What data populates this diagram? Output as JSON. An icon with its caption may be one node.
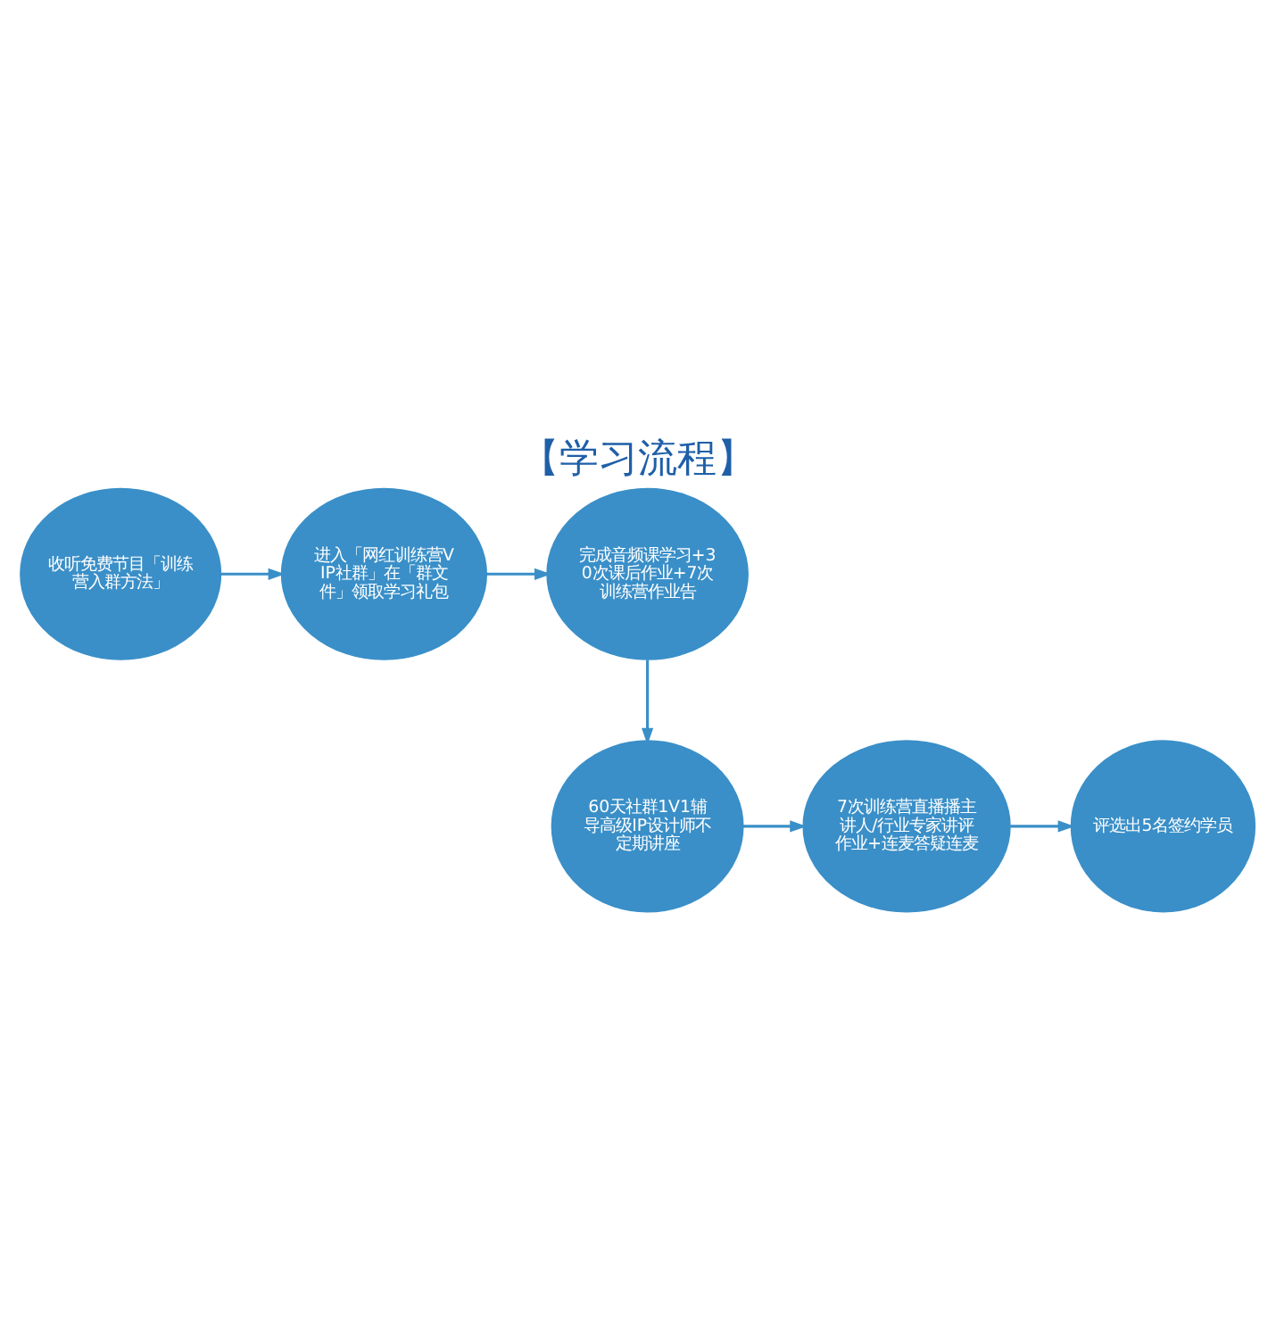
{
  "diagram": {
    "title": "【学习流程】",
    "nodes": [
      {
        "text": [
          "收听免费节目「训练营入群方法」"
        ]
      },
      {
        "text": [
          "进入「网红训练营VIP社群」在「群文件」领取学习礼包"
        ]
      },
      {
        "text": [
          "完成音频课学习+30次课后作业+7次训练营作业告"
        ]
      },
      {
        "text": [
          "60天社群1V1辅导高级IP设计师不定期讲座"
        ]
      },
      {
        "text": [
          "7次训练营直播播主讲人/行业专家讲评作业+连麦答疑连麦"
        ]
      },
      {
        "text": [
          "评选出5名签约学员"
        ]
      }
    ],
    "edges": [
      {
        "from": 0,
        "to": 1,
        "arrow": "to"
      },
      {
        "from": 1,
        "to": 2,
        "arrow": "to"
      },
      {
        "from": 2,
        "to": 3,
        "arrow": "to"
      },
      {
        "from": 3,
        "to": 4,
        "arrow": "to"
      },
      {
        "from": 4,
        "to": 5,
        "arrow": "to"
      }
    ]
  }
}
